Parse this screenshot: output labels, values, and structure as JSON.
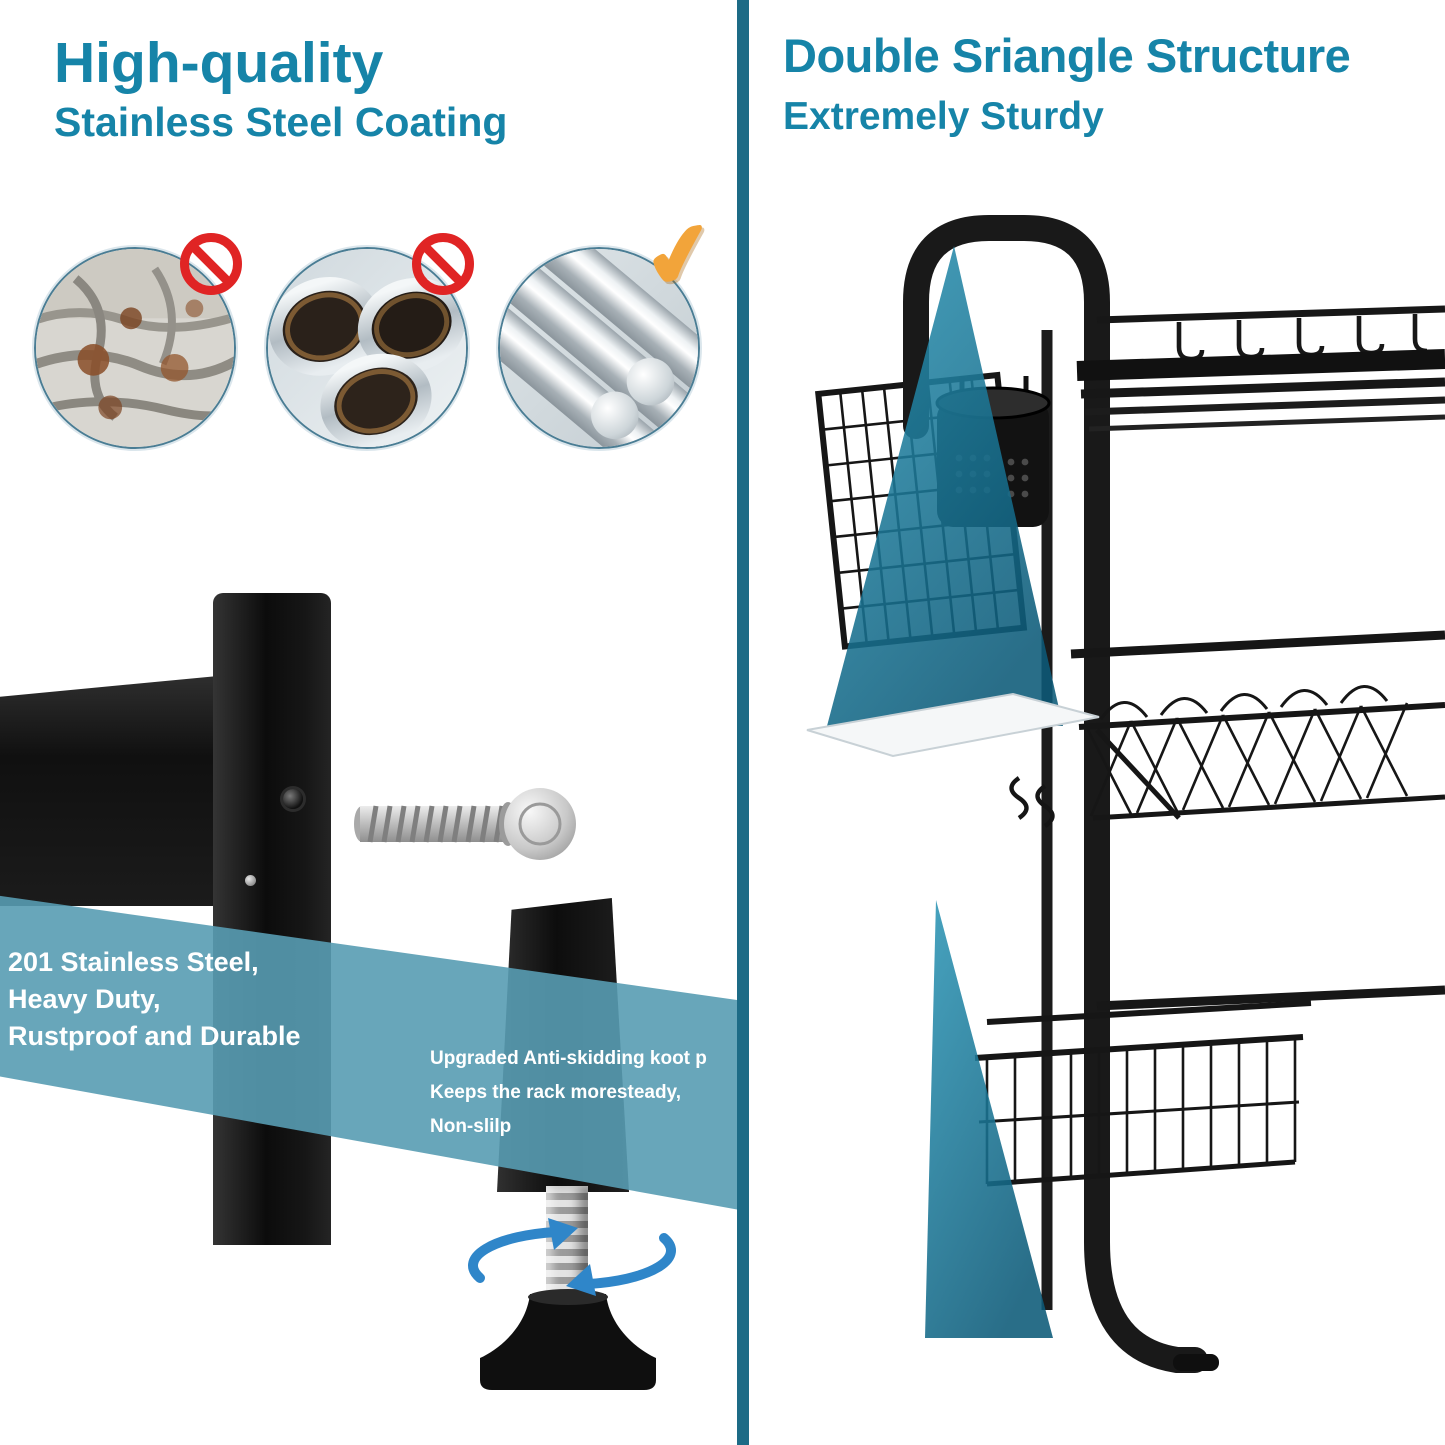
{
  "left_panel": {
    "title": "High-quality",
    "subtitle": "Stainless Steel Coating",
    "comparison": [
      {
        "label": "rusty wire rack",
        "verdict": "prohibited"
      },
      {
        "label": "hollow steel tubes",
        "verdict": "prohibited"
      },
      {
        "label": "solid stainless steel rods",
        "verdict": "approved"
      }
    ],
    "material_note": [
      "201 Stainless Steel,",
      "Heavy Duty,",
      "Rustproof and Durable"
    ],
    "foot_note": [
      "Upgraded Anti-skidding koot p",
      "Keeps the rack moresteady,",
      "Non-slilp"
    ]
  },
  "right_panel": {
    "title": "Double Sriangle Structure",
    "subtitle": "Extremely Sturdy"
  },
  "icons": {
    "prohibited": "no-entry-icon",
    "approved": "check-icon",
    "check_glyph": "✔",
    "rotation": "rotate-arrows-icon"
  },
  "colors": {
    "heading_teal": "#1684a8",
    "band_teal": "#589cb2",
    "divider_teal": "#1d6b86",
    "triangle_overlay_teal": "#1a7691",
    "prohibit_red": "#e02424",
    "check_orange": "#f2a43a",
    "arrow_blue": "#2f86c9"
  }
}
